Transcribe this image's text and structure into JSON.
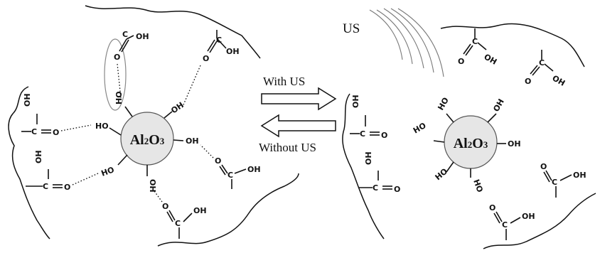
{
  "core_label_main": "Al",
  "core_label_sub1": "2",
  "core_label_mid": "O",
  "core_label_sub2": "3",
  "arrow_forward_label": "With US",
  "arrow_reverse_label": "Without US",
  "ultrasound_label": "US",
  "group_oh": "OH",
  "group_ho": "HO",
  "atom_o": "O",
  "atom_c": "C",
  "atom_h": "H"
}
